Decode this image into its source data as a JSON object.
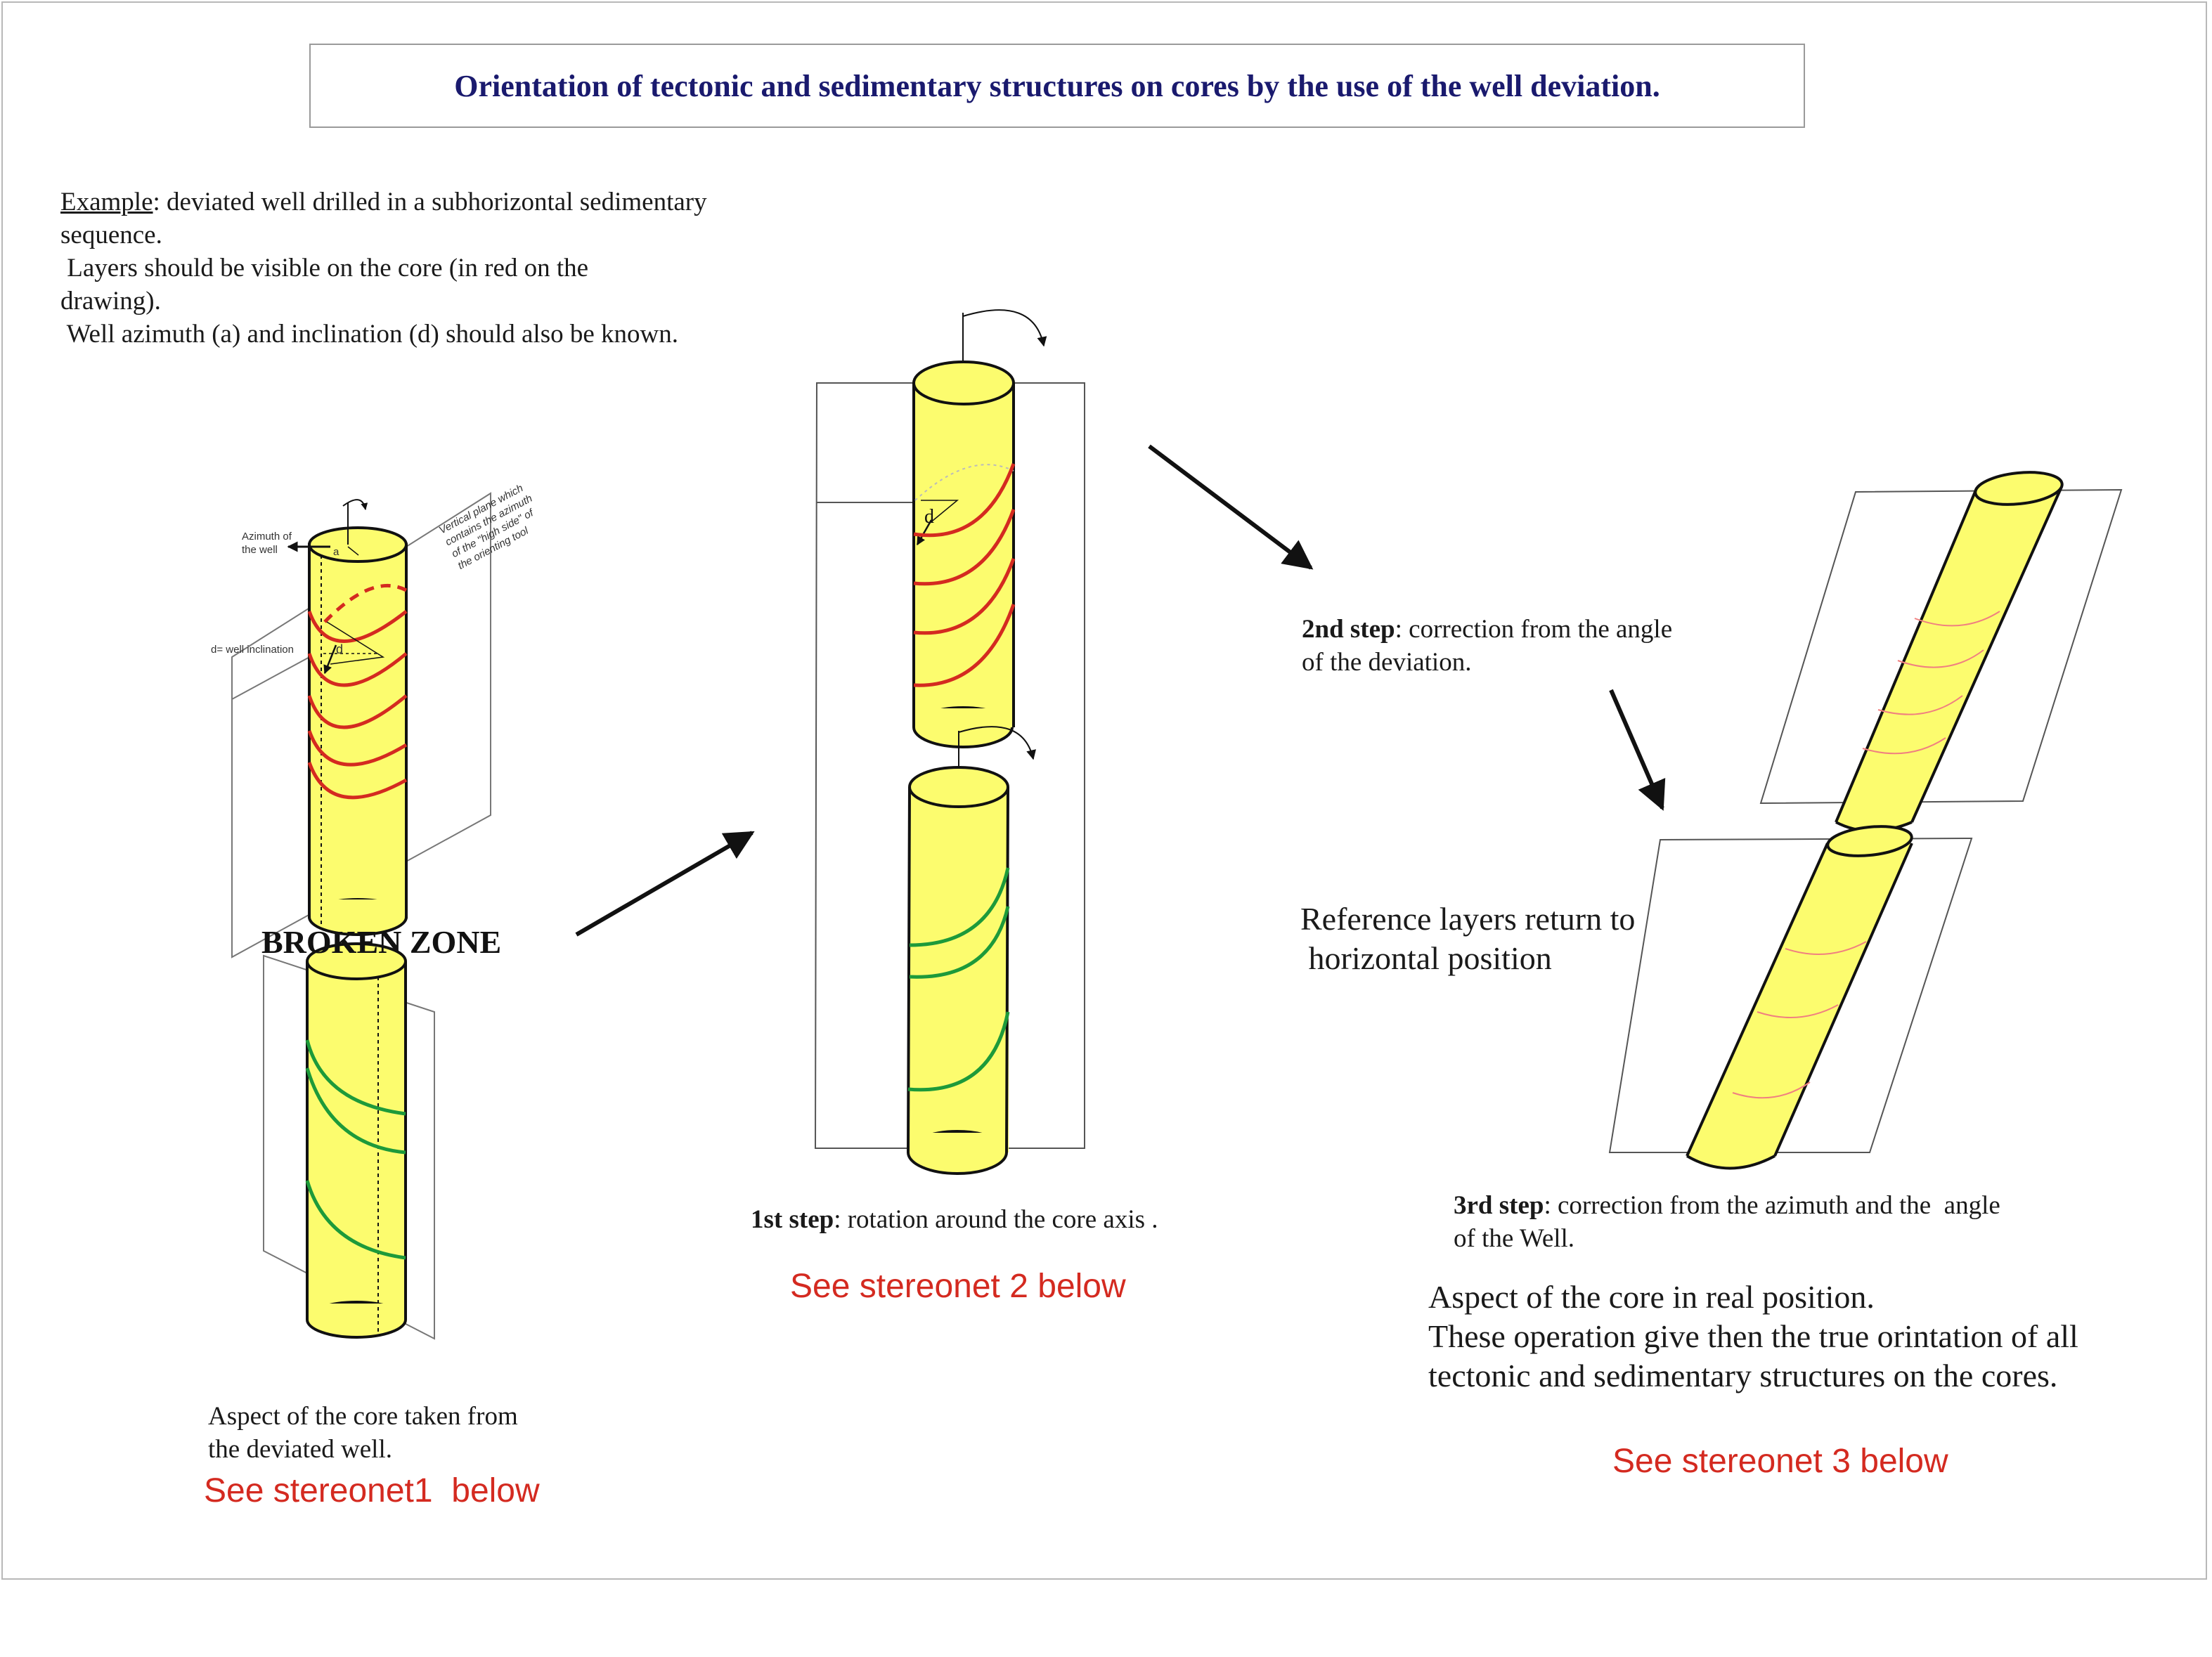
{
  "title": "Orientation of  tectonic and sedimentary structures on cores by the use of the well deviation.",
  "intro": {
    "example_label": "Example",
    "line1": ": deviated well drilled in a subhorizontal sedimentary",
    "line2": "sequence.",
    "line3": " Layers should be visible on the core (in red on the",
    "line4": "drawing).",
    "line5": " Well azimuth (a) and inclination (d) should also be known."
  },
  "core1": {
    "azimuth_label_1": "Azimuth of",
    "azimuth_label_2": "the well",
    "inclination_label": "d= well inclination",
    "a_label": "a",
    "d_label": "d",
    "plane_label_1": "Vertical plane which",
    "plane_label_2": "contains the azimuth",
    "plane_label_3": "of the \"high side\" of",
    "plane_label_4": "the orienting tool",
    "broken_zone": "BROKEN ZONE",
    "caption_1": "Aspect of the core taken from",
    "caption_2": "the deviated well.",
    "link": "See stereonet1  below"
  },
  "step1": {
    "bold": "1st step",
    "text": ": rotation around the core axis .",
    "link": "See stereonet 2 below",
    "d_label": "d"
  },
  "step2": {
    "bold": "2nd step",
    "text_1": ": correction from the angle",
    "text_2": "of the deviation.",
    "ref_1": "Reference layers return to",
    "ref_2": " horizontal position"
  },
  "step3": {
    "bold": "3rd step",
    "text_1": ": correction from the azimuth and the  angle",
    "text_2": "of the Well.",
    "aspect_1": "Aspect of the core in real position.",
    "aspect_2": "These operation give then the true orintation of all",
    "aspect_3": "tectonic and sedimentary structures on the cores.",
    "link": "See stereonet 3 below"
  },
  "colors": {
    "core_fill": "#fcfc6e",
    "layer_red": "#d42a20",
    "layer_green": "#1d9a3a",
    "title_text": "#1a1a6e",
    "link_red": "#d42a20"
  }
}
